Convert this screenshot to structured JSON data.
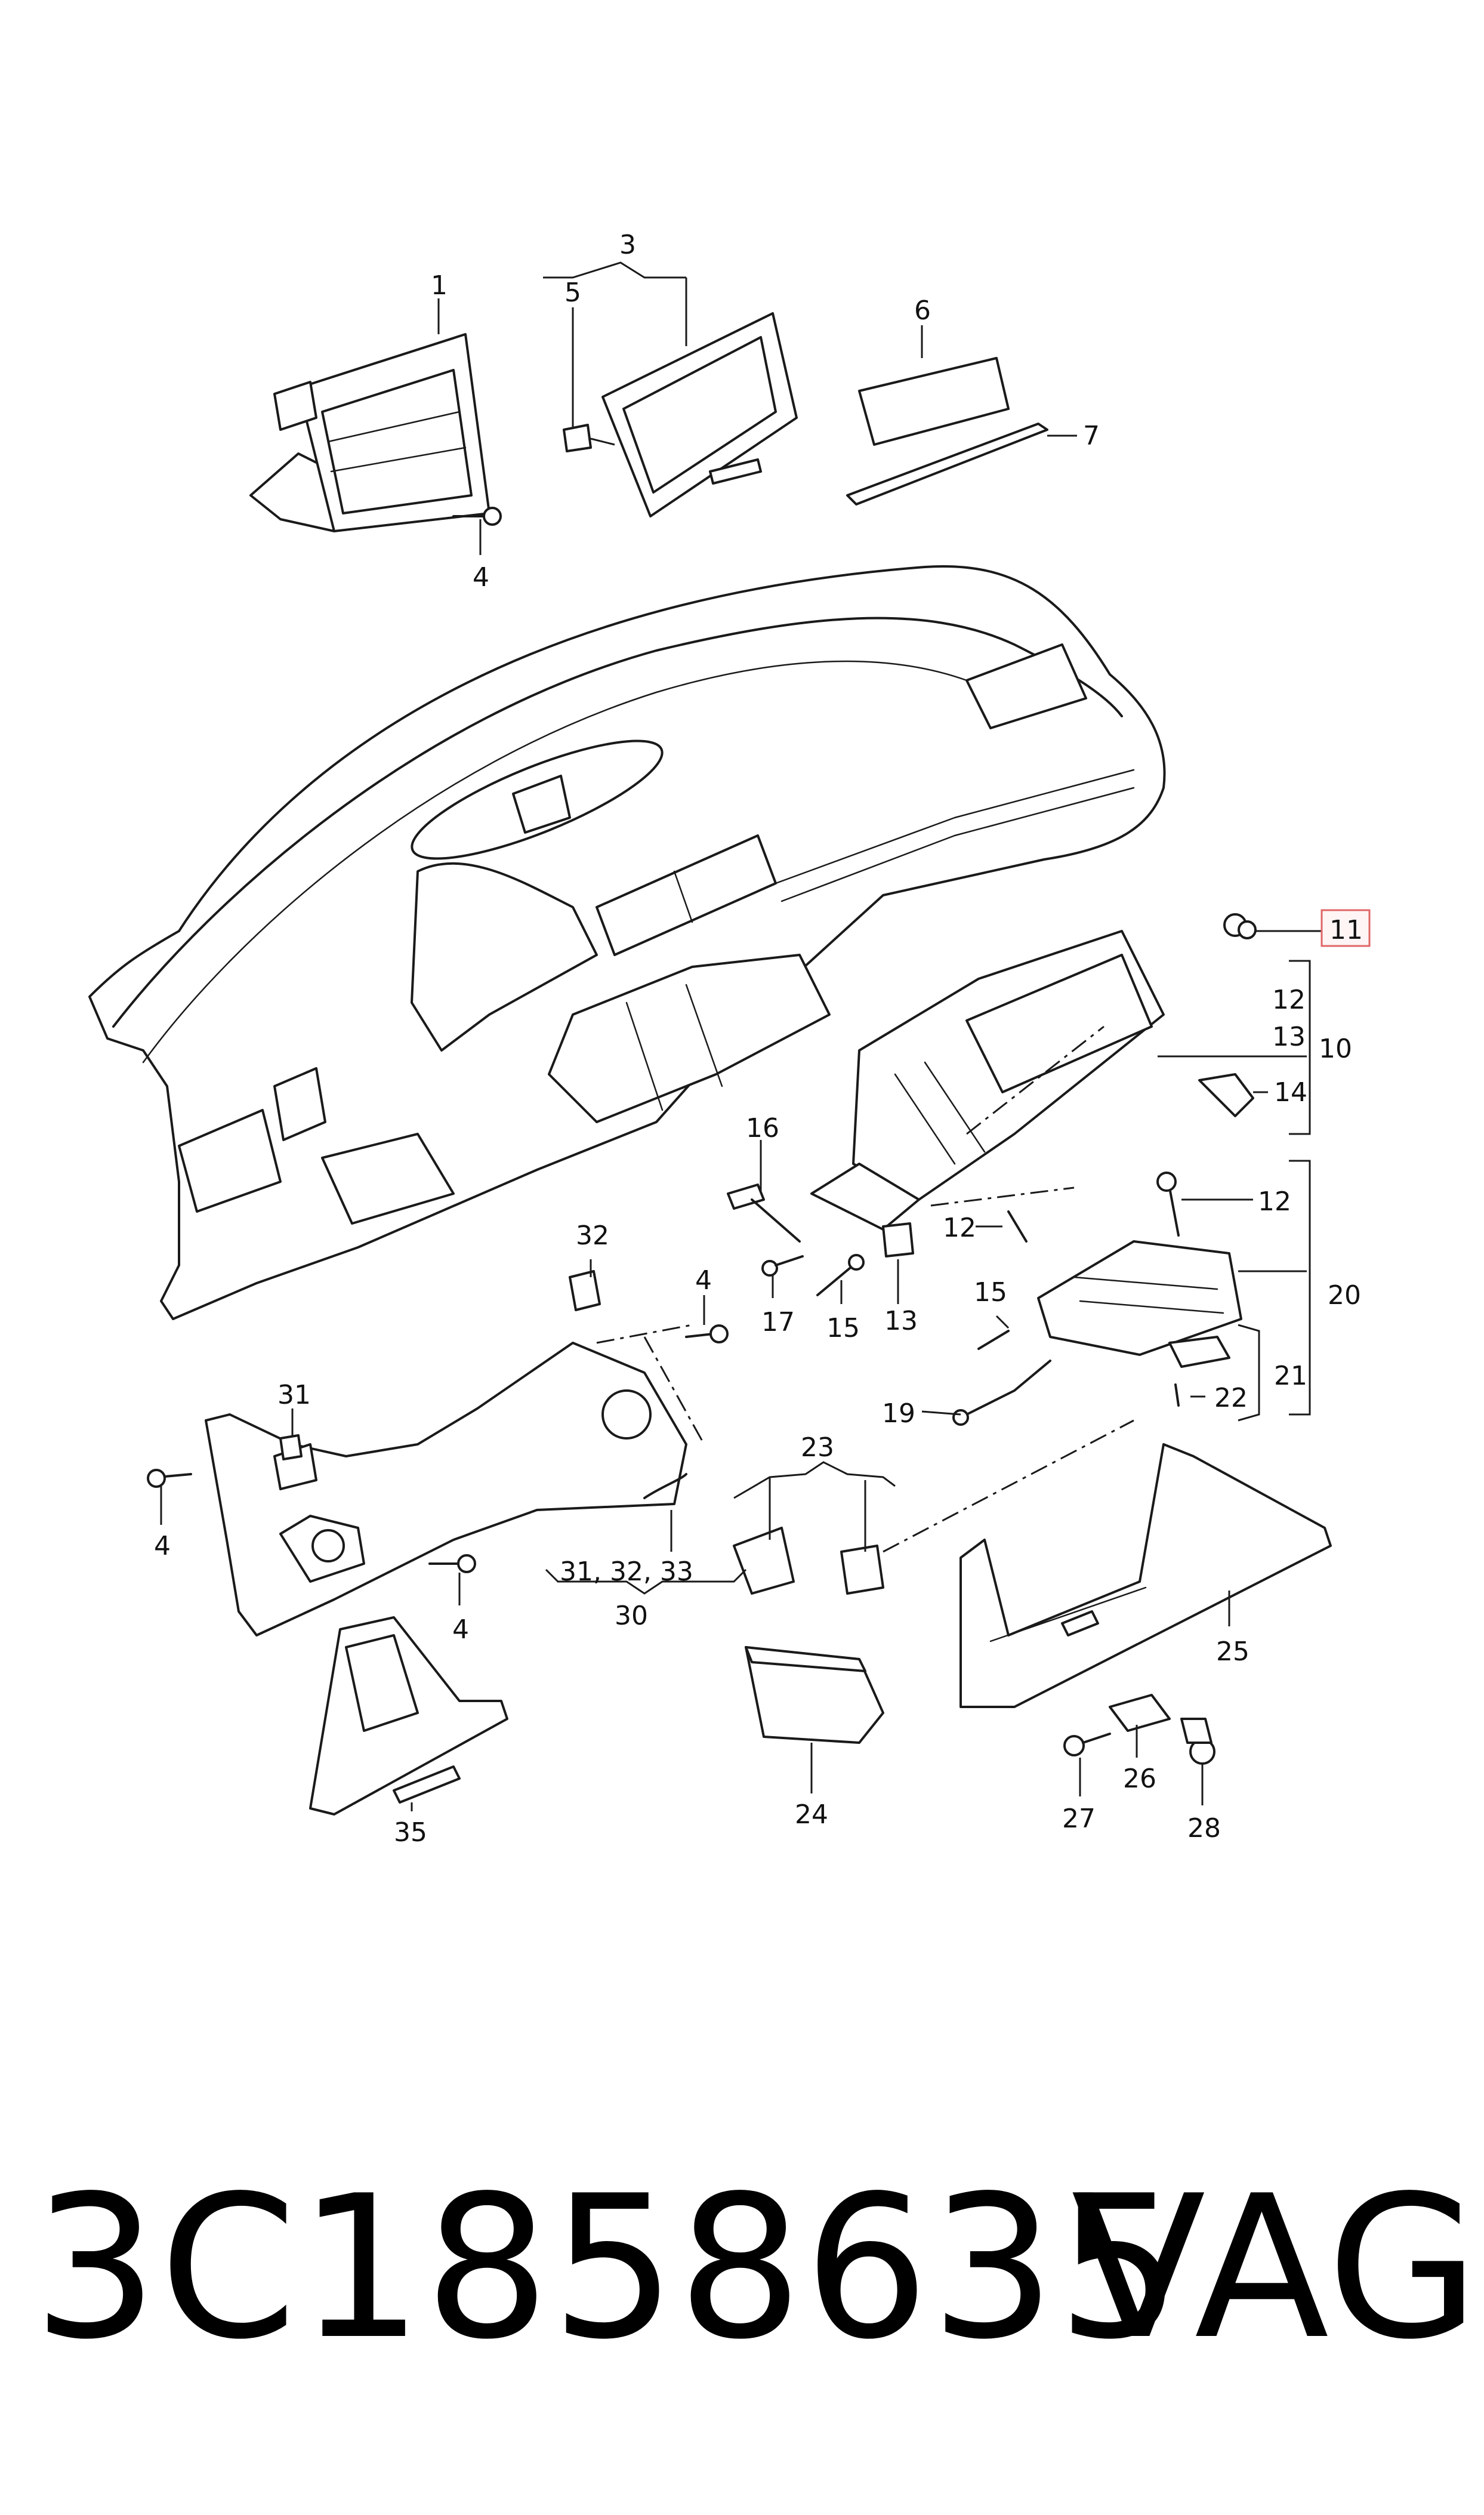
{
  "callouts": {
    "c1": "1",
    "c3": "3",
    "c5": "5",
    "c6": "6",
    "c7": "7",
    "c4a": "4",
    "c4b": "4",
    "c4c": "4",
    "c4d": "4",
    "c11": "11",
    "c12a": "12",
    "c13a": "13",
    "c10": "10",
    "c14": "14",
    "c12b": "12",
    "c12c": "12",
    "c16": "16",
    "c17": "17",
    "c15a": "15",
    "c13b": "13",
    "c32": "32",
    "c15b": "15",
    "c20": "20",
    "c31": "31",
    "c19": "19",
    "c22": "22",
    "c21": "21",
    "c23": "23",
    "c30": "30",
    "c313233": "31, 32, 33",
    "c25": "25",
    "c26": "26",
    "c27": "27",
    "c28": "28",
    "c24": "24",
    "c35": "35"
  },
  "highlighted_callout": "11",
  "footer": {
    "part_number": "3C1858635",
    "brand": "VAG"
  }
}
